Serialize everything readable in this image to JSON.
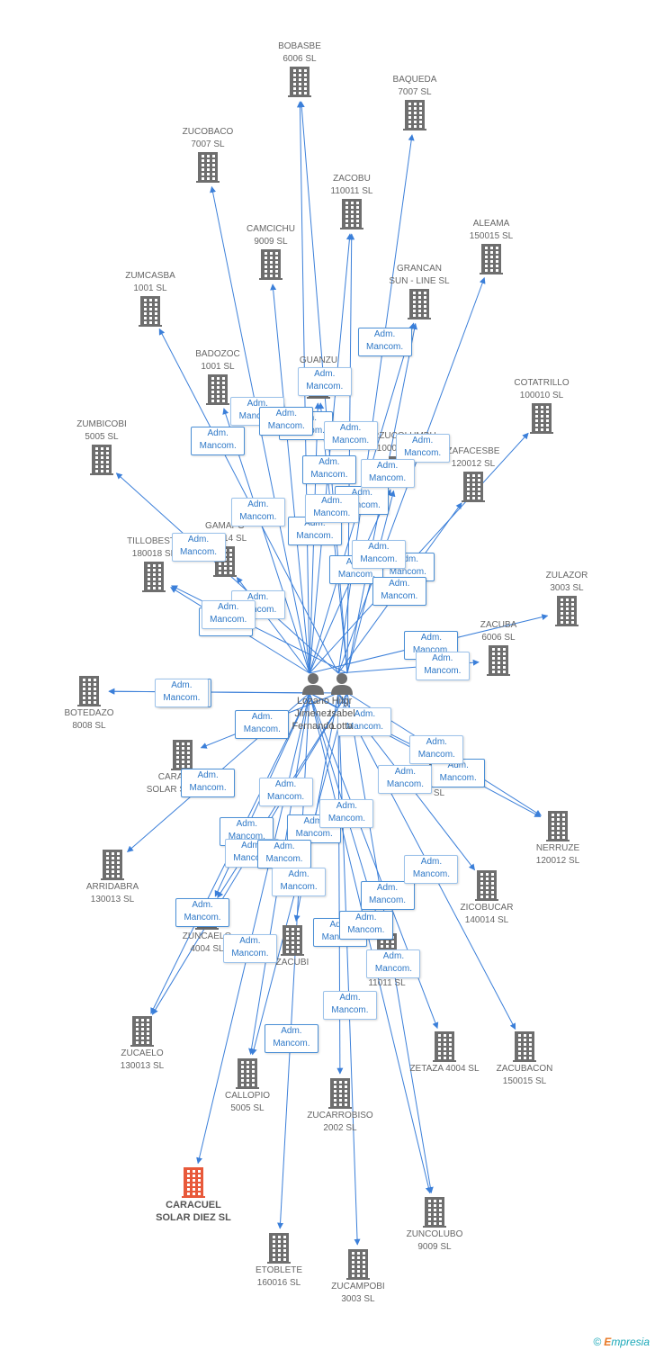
{
  "graph": {
    "role_line1": "Adm.",
    "role_line2": "Mancom.",
    "people": [
      {
        "id": "lozano",
        "lines": [
          "Lozano",
          "Jimenez",
          "Fernando"
        ]
      },
      {
        "id": "hilgr",
        "lines": [
          "Hilgr",
          "Isabel",
          "Lotta"
        ]
      }
    ],
    "companies": [
      {
        "id": "bobasbe",
        "name": "BOBASBE",
        "code": "6006 SL"
      },
      {
        "id": "baqueda",
        "name": "BAQUEDA",
        "code": "7007 SL"
      },
      {
        "id": "zucobaco",
        "name": "ZUCOBACO",
        "code": "7007 SL"
      },
      {
        "id": "zacobu",
        "name": "ZACOBU",
        "code": "110011 SL"
      },
      {
        "id": "camcichu",
        "name": "CAMCICHU",
        "code": "9009 SL"
      },
      {
        "id": "aleama",
        "name": "ALEAMA",
        "code": "150015 SL"
      },
      {
        "id": "grancan",
        "name": "GRANCAN",
        "code": "SUN - LINE SL"
      },
      {
        "id": "zumcasba",
        "name": "ZUMCASBA",
        "code": "1001 SL"
      },
      {
        "id": "badozoc",
        "name": "BADOZOC",
        "code": "1001 SL"
      },
      {
        "id": "guanzu",
        "name": "GUANZU",
        "code": ""
      },
      {
        "id": "cotatrillo",
        "name": "COTATRILLO",
        "code": "100010 SL"
      },
      {
        "id": "zumbicobi",
        "name": "ZUMBICOBI",
        "code": "5005 SL"
      },
      {
        "id": "zarzucolumbu",
        "name": "ZARZUCOLUMBU",
        "code": "100010 SL"
      },
      {
        "id": "zafacesbe",
        "name": "ZAFACESBE",
        "code": "120012 SL"
      },
      {
        "id": "gamapo",
        "name": "GAMAPO",
        "code": "140014 SL"
      },
      {
        "id": "tillobesta",
        "name": "TILLOBESTA",
        "code": "180018 SL"
      },
      {
        "id": "zulazor",
        "name": "ZULAZOR",
        "code": "3003 SL"
      },
      {
        "id": "zacuba",
        "name": "ZACUBA",
        "code": "6006 SL"
      },
      {
        "id": "botedazo",
        "name": "BOTEDAZO",
        "code": "8008 SL"
      },
      {
        "id": "caracuel_siete",
        "name": "CARACUEL",
        "code": "SOLAR SIETE SL"
      },
      {
        "id": "zucoguilera",
        "name": "ZUCOGUILERA",
        "code": "SL"
      },
      {
        "id": "nerruze",
        "name": "NERRUZE",
        "code": "120012 SL"
      },
      {
        "id": "arridabra",
        "name": "ARRIDABRA",
        "code": "130013 SL"
      },
      {
        "id": "zicobucar",
        "name": "ZICOBUCAR",
        "code": "140014 SL"
      },
      {
        "id": "zuncaelo",
        "name": "ZUNCAELO",
        "code": "4004 SL"
      },
      {
        "id": "zacubi",
        "name": "ZACUBI",
        "code": ""
      },
      {
        "id": "zucomo",
        "name": "ZUCOMO",
        "code": "11011 SL"
      },
      {
        "id": "zucaelo",
        "name": "ZUCAELO",
        "code": "130013 SL"
      },
      {
        "id": "zetaza",
        "name": "ZETAZA 4004 SL",
        "code": ""
      },
      {
        "id": "zacubacon",
        "name": "ZACUBACON",
        "code": "150015 SL"
      },
      {
        "id": "callopio",
        "name": "CALLOPIO",
        "code": "5005 SL"
      },
      {
        "id": "zucarrobiso",
        "name": "ZUCARROBISO",
        "code": "2002 SL"
      },
      {
        "id": "caracuel_diez",
        "name": "CARACUEL",
        "code": "SOLAR DIEZ SL",
        "highlight": true
      },
      {
        "id": "zuncolubo",
        "name": "ZUNCOLUBO",
        "code": "9009 SL"
      },
      {
        "id": "etoblete",
        "name": "ETOBLETE",
        "code": "160016 SL"
      },
      {
        "id": "zucampobi",
        "name": "ZUCAMPOBI",
        "code": "3003 SL"
      }
    ],
    "colors": {
      "edge": "#3b7fd9",
      "building": "#6e6e6e",
      "building_highlight": "#e8593a",
      "person": "#6e6e6e",
      "role_text": "#2e78c7"
    }
  },
  "footer": {
    "copyright": "©",
    "brand_initial": "E",
    "brand_rest": "mpresia"
  }
}
